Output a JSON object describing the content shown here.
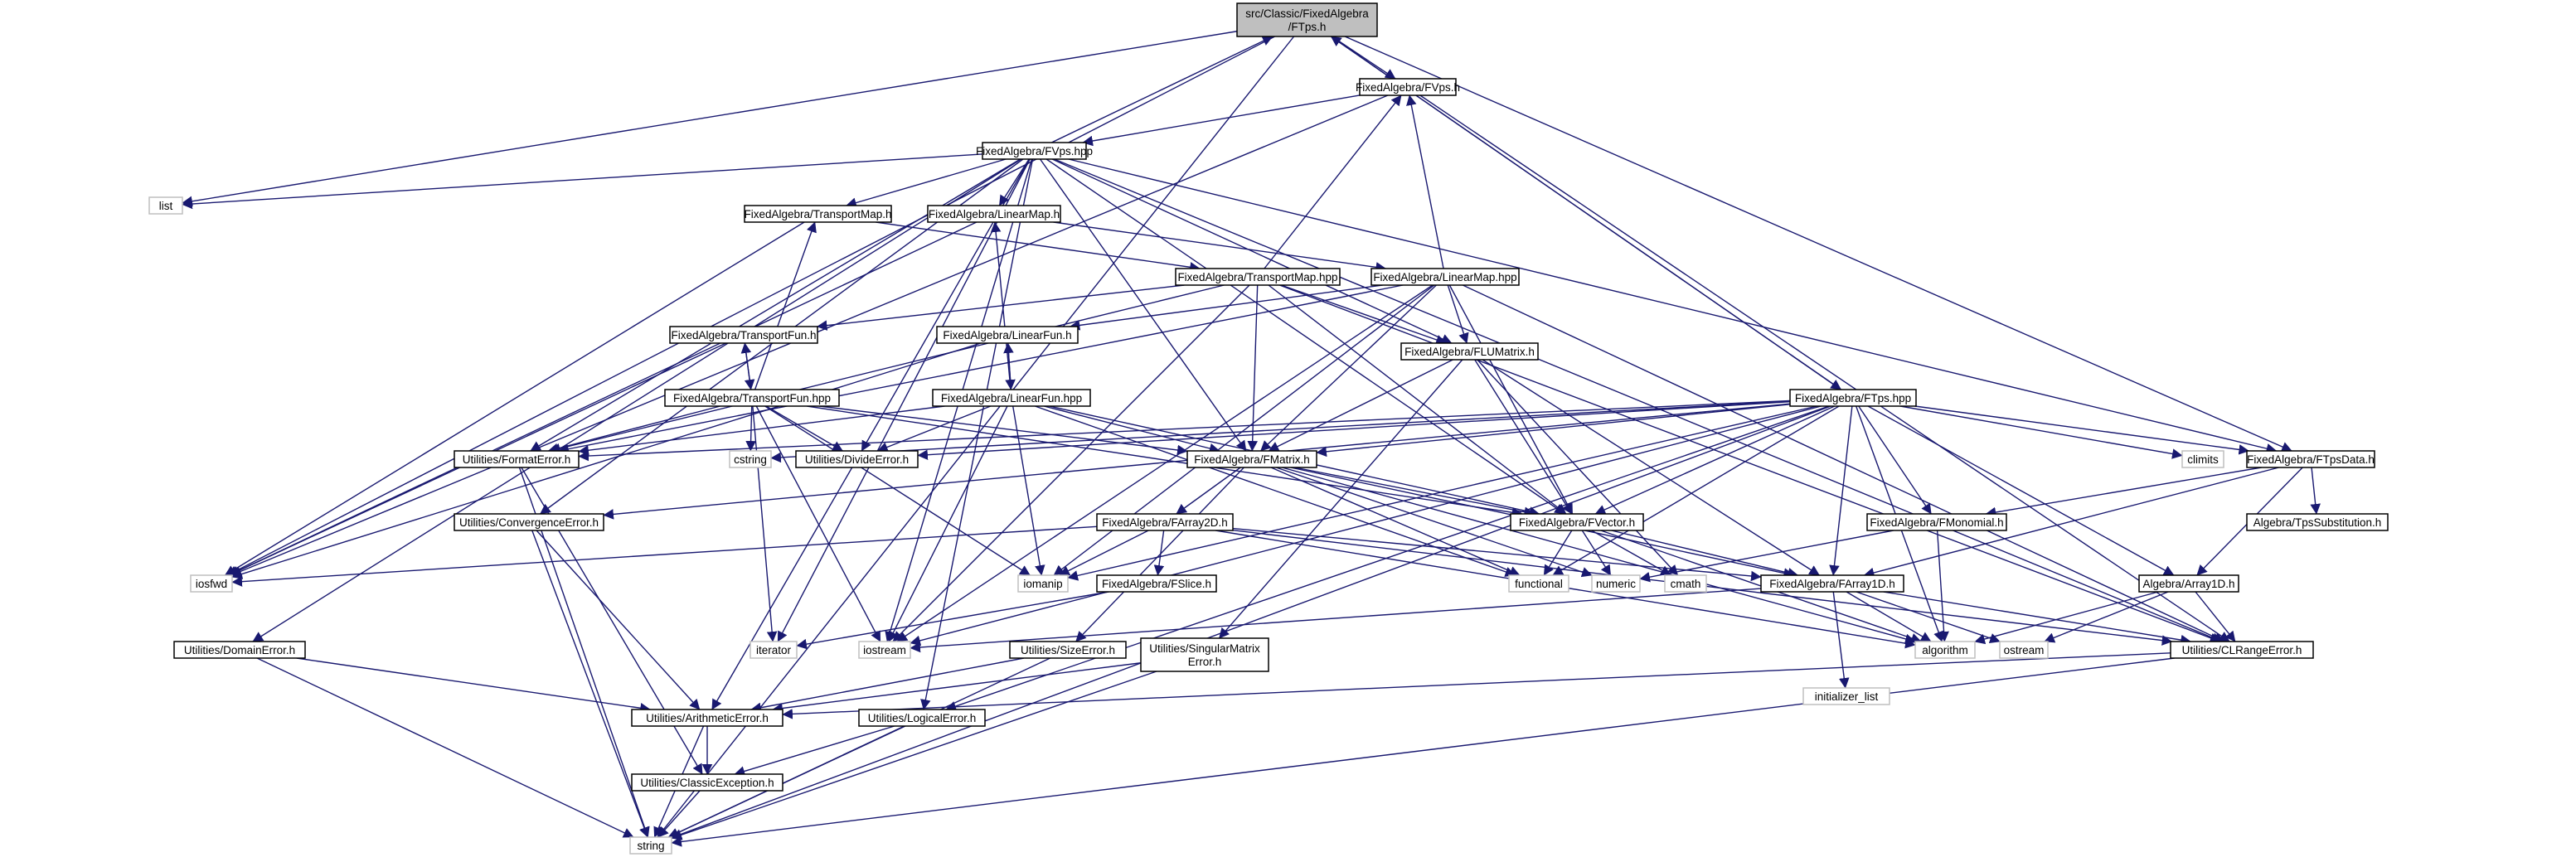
{
  "title": "src/Classic/FixedAlgebra/FTps.h",
  "colors": {
    "edge": "#191970",
    "node_border": "#000000",
    "external_border": "#bfbfbf",
    "root_fill": "#bfbfbf",
    "background": "#ffffff"
  },
  "nodes": [
    {
      "id": "ftps_h",
      "lines": [
        "src/Classic/FixedAlgebra",
        "/FTps.h"
      ],
      "kind": "root"
    },
    {
      "id": "fvps_h",
      "lines": [
        "FixedAlgebra/FVps.h"
      ],
      "kind": "file"
    },
    {
      "id": "fvps_hpp",
      "lines": [
        "FixedAlgebra/FVps.hpp"
      ],
      "kind": "file"
    },
    {
      "id": "list",
      "lines": [
        "list"
      ],
      "kind": "external"
    },
    {
      "id": "transportmap_h",
      "lines": [
        "FixedAlgebra/TransportMap.h"
      ],
      "kind": "file"
    },
    {
      "id": "linearmap_h",
      "lines": [
        "FixedAlgebra/LinearMap.h"
      ],
      "kind": "file"
    },
    {
      "id": "transportmap_hpp",
      "lines": [
        "FixedAlgebra/TransportMap.hpp"
      ],
      "kind": "file"
    },
    {
      "id": "linearmap_hpp",
      "lines": [
        "FixedAlgebra/LinearMap.hpp"
      ],
      "kind": "file"
    },
    {
      "id": "transportfun_h",
      "lines": [
        "FixedAlgebra/TransportFun.h"
      ],
      "kind": "file"
    },
    {
      "id": "linearfun_h",
      "lines": [
        "FixedAlgebra/LinearFun.h"
      ],
      "kind": "file"
    },
    {
      "id": "transportfun_hpp",
      "lines": [
        "FixedAlgebra/TransportFun.hpp"
      ],
      "kind": "file"
    },
    {
      "id": "linearfun_hpp",
      "lines": [
        "FixedAlgebra/LinearFun.hpp"
      ],
      "kind": "file"
    },
    {
      "id": "flumatrix_h",
      "lines": [
        "FixedAlgebra/FLUMatrix.h"
      ],
      "kind": "file"
    },
    {
      "id": "ftps_hpp",
      "lines": [
        "FixedAlgebra/FTps.hpp"
      ],
      "kind": "file"
    },
    {
      "id": "formaterror_h",
      "lines": [
        "Utilities/FormatError.h"
      ],
      "kind": "file"
    },
    {
      "id": "cstring",
      "lines": [
        "cstring"
      ],
      "kind": "external"
    },
    {
      "id": "divideerror_h",
      "lines": [
        "Utilities/DivideError.h"
      ],
      "kind": "file"
    },
    {
      "id": "fmatrix_h",
      "lines": [
        "FixedAlgebra/FMatrix.h"
      ],
      "kind": "file"
    },
    {
      "id": "climits",
      "lines": [
        "climits"
      ],
      "kind": "external"
    },
    {
      "id": "ftpsdata_h",
      "lines": [
        "FixedAlgebra/FTpsData.h"
      ],
      "kind": "file"
    },
    {
      "id": "convergenceerror_h",
      "lines": [
        "Utilities/ConvergenceError.h"
      ],
      "kind": "file"
    },
    {
      "id": "farray2d_h",
      "lines": [
        "FixedAlgebra/FArray2D.h"
      ],
      "kind": "file"
    },
    {
      "id": "fvector_h",
      "lines": [
        "FixedAlgebra/FVector.h"
      ],
      "kind": "file"
    },
    {
      "id": "fmonomial_h",
      "lines": [
        "FixedAlgebra/FMonomial.h"
      ],
      "kind": "file"
    },
    {
      "id": "tpssubstitution_h",
      "lines": [
        "Algebra/TpsSubstitution.h"
      ],
      "kind": "file"
    },
    {
      "id": "iosfwd",
      "lines": [
        "iosfwd"
      ],
      "kind": "external"
    },
    {
      "id": "iomanip",
      "lines": [
        "iomanip"
      ],
      "kind": "external"
    },
    {
      "id": "fslice_h",
      "lines": [
        "FixedAlgebra/FSlice.h"
      ],
      "kind": "file"
    },
    {
      "id": "functional",
      "lines": [
        "functional"
      ],
      "kind": "external"
    },
    {
      "id": "numeric",
      "lines": [
        "numeric"
      ],
      "kind": "external"
    },
    {
      "id": "cmath",
      "lines": [
        "cmath"
      ],
      "kind": "external"
    },
    {
      "id": "farray1d_h",
      "lines": [
        "FixedAlgebra/FArray1D.h"
      ],
      "kind": "file"
    },
    {
      "id": "array1d_h",
      "lines": [
        "Algebra/Array1D.h"
      ],
      "kind": "file"
    },
    {
      "id": "iterator",
      "lines": [
        "iterator"
      ],
      "kind": "external"
    },
    {
      "id": "iostream",
      "lines": [
        "iostream"
      ],
      "kind": "external"
    },
    {
      "id": "sizeerror_h",
      "lines": [
        "Utilities/SizeError.h"
      ],
      "kind": "file"
    },
    {
      "id": "singularmatrixerror_h",
      "lines": [
        "Utilities/SingularMatrix",
        "Error.h"
      ],
      "kind": "file"
    },
    {
      "id": "initializer_list",
      "lines": [
        "initializer_list"
      ],
      "kind": "external"
    },
    {
      "id": "algorithm",
      "lines": [
        "algorithm"
      ],
      "kind": "external"
    },
    {
      "id": "ostream",
      "lines": [
        "ostream"
      ],
      "kind": "external"
    },
    {
      "id": "clrangeerror_h",
      "lines": [
        "Utilities/CLRangeError.h"
      ],
      "kind": "file"
    },
    {
      "id": "domainerror_h",
      "lines": [
        "Utilities/DomainError.h"
      ],
      "kind": "file"
    },
    {
      "id": "arithmeticerror_h",
      "lines": [
        "Utilities/ArithmeticError.h"
      ],
      "kind": "file"
    },
    {
      "id": "logicalerror_h",
      "lines": [
        "Utilities/LogicalError.h"
      ],
      "kind": "file"
    },
    {
      "id": "classicexception_h",
      "lines": [
        "Utilities/ClassicException.h"
      ],
      "kind": "file"
    },
    {
      "id": "string",
      "lines": [
        "string"
      ],
      "kind": "external"
    }
  ],
  "edges": [
    [
      "ftps_h",
      "fvps_h"
    ],
    [
      "ftps_h",
      "ftps_hpp"
    ],
    [
      "ftps_h",
      "list"
    ],
    [
      "ftps_h",
      "iosfwd"
    ],
    [
      "ftps_h",
      "string"
    ],
    [
      "ftps_h",
      "ftpsdata_h"
    ],
    [
      "fvps_h",
      "fvps_hpp"
    ],
    [
      "fvps_h",
      "iosfwd"
    ],
    [
      "fvps_h",
      "clrangeerror_h"
    ],
    [
      "fvps_hpp",
      "ftps_h"
    ],
    [
      "fvps_hpp",
      "list"
    ],
    [
      "fvps_hpp",
      "transportmap_h"
    ],
    [
      "fvps_hpp",
      "linearmap_h"
    ],
    [
      "fvps_hpp",
      "flumatrix_h"
    ],
    [
      "fvps_hpp",
      "fmatrix_h"
    ],
    [
      "fvps_hpp",
      "fvector_h"
    ],
    [
      "fvps_hpp",
      "formaterror_h"
    ],
    [
      "fvps_hpp",
      "convergenceerror_h"
    ],
    [
      "fvps_hpp",
      "domainerror_h"
    ],
    [
      "fvps_hpp",
      "logicalerror_h"
    ],
    [
      "fvps_hpp",
      "iostream"
    ],
    [
      "fvps_hpp",
      "iterator"
    ],
    [
      "fvps_hpp",
      "ftpsdata_h"
    ],
    [
      "fvps_hpp",
      "clrangeerror_h"
    ],
    [
      "fvps_hpp",
      "divideerror_h"
    ],
    [
      "transportmap_h",
      "transportmap_hpp"
    ],
    [
      "transportmap_h",
      "iosfwd"
    ],
    [
      "linearmap_h",
      "linearmap_hpp"
    ],
    [
      "linearmap_h",
      "iosfwd"
    ],
    [
      "transportmap_hpp",
      "fvps_h"
    ],
    [
      "transportmap_hpp",
      "transportfun_h"
    ],
    [
      "transportmap_hpp",
      "flumatrix_h"
    ],
    [
      "transportmap_hpp",
      "fmatrix_h"
    ],
    [
      "transportmap_hpp",
      "fvector_h"
    ],
    [
      "transportmap_hpp",
      "formaterror_h"
    ],
    [
      "transportmap_hpp",
      "iostream"
    ],
    [
      "transportmap_hpp",
      "clrangeerror_h"
    ],
    [
      "linearmap_hpp",
      "fvps_h"
    ],
    [
      "linearmap_hpp",
      "linearfun_h"
    ],
    [
      "linearmap_hpp",
      "flumatrix_h"
    ],
    [
      "linearmap_hpp",
      "fmatrix_h"
    ],
    [
      "linearmap_hpp",
      "fvector_h"
    ],
    [
      "linearmap_hpp",
      "formaterror_h"
    ],
    [
      "linearmap_hpp",
      "iostream"
    ],
    [
      "linearmap_hpp",
      "iomanip"
    ],
    [
      "linearmap_hpp",
      "clrangeerror_h"
    ],
    [
      "transportfun_h",
      "transportfun_hpp"
    ],
    [
      "transportfun_h",
      "iosfwd"
    ],
    [
      "linearfun_h",
      "linearfun_hpp"
    ],
    [
      "linearfun_h",
      "iosfwd"
    ],
    [
      "transportfun_hpp",
      "transportmap_h"
    ],
    [
      "transportfun_hpp",
      "transportfun_h"
    ],
    [
      "transportfun_hpp",
      "formaterror_h"
    ],
    [
      "transportfun_hpp",
      "cstring"
    ],
    [
      "transportfun_hpp",
      "divideerror_h"
    ],
    [
      "transportfun_hpp",
      "iostream"
    ],
    [
      "transportfun_hpp",
      "iomanip"
    ],
    [
      "transportfun_hpp",
      "fvector_h"
    ],
    [
      "transportfun_hpp",
      "fmatrix_h"
    ],
    [
      "transportfun_hpp",
      "iterator"
    ],
    [
      "linearfun_hpp",
      "linearmap_h"
    ],
    [
      "linearfun_hpp",
      "linearfun_h"
    ],
    [
      "linearfun_hpp",
      "formaterror_h"
    ],
    [
      "linearfun_hpp",
      "divideerror_h"
    ],
    [
      "linearfun_hpp",
      "fmatrix_h"
    ],
    [
      "linearfun_hpp",
      "fvector_h"
    ],
    [
      "linearfun_hpp",
      "iostream"
    ],
    [
      "linearfun_hpp",
      "iomanip"
    ],
    [
      "linearfun_hpp",
      "functional"
    ],
    [
      "flumatrix_h",
      "fmatrix_h"
    ],
    [
      "flumatrix_h",
      "fvector_h"
    ],
    [
      "flumatrix_h",
      "singularmatrixerror_h"
    ],
    [
      "flumatrix_h",
      "farray1d_h"
    ],
    [
      "flumatrix_h",
      "cmath"
    ],
    [
      "ftps_hpp",
      "ftps_h"
    ],
    [
      "ftps_hpp",
      "formaterror_h"
    ],
    [
      "ftps_hpp",
      "divideerror_h"
    ],
    [
      "ftps_hpp",
      "convergenceerror_h"
    ],
    [
      "ftps_hpp",
      "fmatrix_h"
    ],
    [
      "ftps_hpp",
      "fvector_h"
    ],
    [
      "ftps_hpp",
      "fmonomial_h"
    ],
    [
      "ftps_hpp",
      "ftpsdata_h"
    ],
    [
      "ftps_hpp",
      "farray1d_h"
    ],
    [
      "ftps_hpp",
      "array1d_h"
    ],
    [
      "ftps_hpp",
      "climits"
    ],
    [
      "ftps_hpp",
      "cstring"
    ],
    [
      "ftps_hpp",
      "iostream"
    ],
    [
      "ftps_hpp",
      "iomanip"
    ],
    [
      "ftps_hpp",
      "functional"
    ],
    [
      "ftps_hpp",
      "algorithm"
    ],
    [
      "ftps_hpp",
      "string"
    ],
    [
      "ftps_hpp",
      "logicalerror_h"
    ],
    [
      "formaterror_h",
      "classicexception_h"
    ],
    [
      "formaterror_h",
      "string"
    ],
    [
      "divideerror_h",
      "arithmeticerror_h"
    ],
    [
      "fmatrix_h",
      "farray2d_h"
    ],
    [
      "fmatrix_h",
      "fvector_h"
    ],
    [
      "fmatrix_h",
      "sizeerror_h"
    ],
    [
      "fmatrix_h",
      "functional"
    ],
    [
      "fmatrix_h",
      "numeric"
    ],
    [
      "fmatrix_h",
      "algorithm"
    ],
    [
      "fmatrix_h",
      "farray1d_h"
    ],
    [
      "ftpsdata_h",
      "fmonomial_h"
    ],
    [
      "ftpsdata_h",
      "tpssubstitution_h"
    ],
    [
      "ftpsdata_h",
      "array1d_h"
    ],
    [
      "ftpsdata_h",
      "farray1d_h"
    ],
    [
      "convergenceerror_h",
      "arithmeticerror_h"
    ],
    [
      "convergenceerror_h",
      "string"
    ],
    [
      "farray2d_h",
      "fslice_h"
    ],
    [
      "farray2d_h",
      "iosfwd"
    ],
    [
      "farray2d_h",
      "iomanip"
    ],
    [
      "farray2d_h",
      "algorithm"
    ],
    [
      "farray2d_h",
      "farray1d_h"
    ],
    [
      "farray2d_h",
      "clrangeerror_h"
    ],
    [
      "fvector_h",
      "farray1d_h"
    ],
    [
      "fvector_h",
      "functional"
    ],
    [
      "fvector_h",
      "numeric"
    ],
    [
      "fvector_h",
      "cmath"
    ],
    [
      "fvector_h",
      "algorithm"
    ],
    [
      "fmonomial_h",
      "numeric"
    ],
    [
      "fmonomial_h",
      "algorithm"
    ],
    [
      "fslice_h",
      "iterator"
    ],
    [
      "farray1d_h",
      "iostream"
    ],
    [
      "farray1d_h",
      "initializer_list"
    ],
    [
      "farray1d_h",
      "algorithm"
    ],
    [
      "farray1d_h",
      "ostream"
    ],
    [
      "farray1d_h",
      "clrangeerror_h"
    ],
    [
      "array1d_h",
      "algorithm"
    ],
    [
      "array1d_h",
      "ostream"
    ],
    [
      "array1d_h",
      "clrangeerror_h"
    ],
    [
      "sizeerror_h",
      "arithmeticerror_h"
    ],
    [
      "sizeerror_h",
      "string"
    ],
    [
      "singularmatrixerror_h",
      "arithmeticerror_h"
    ],
    [
      "singularmatrixerror_h",
      "string"
    ],
    [
      "clrangeerror_h",
      "arithmeticerror_h"
    ],
    [
      "clrangeerror_h",
      "string"
    ],
    [
      "domainerror_h",
      "arithmeticerror_h"
    ],
    [
      "domainerror_h",
      "string"
    ],
    [
      "arithmeticerror_h",
      "classicexception_h"
    ],
    [
      "arithmeticerror_h",
      "string"
    ],
    [
      "logicalerror_h",
      "classicexception_h"
    ],
    [
      "logicalerror_h",
      "string"
    ],
    [
      "classicexception_h",
      "string"
    ]
  ]
}
